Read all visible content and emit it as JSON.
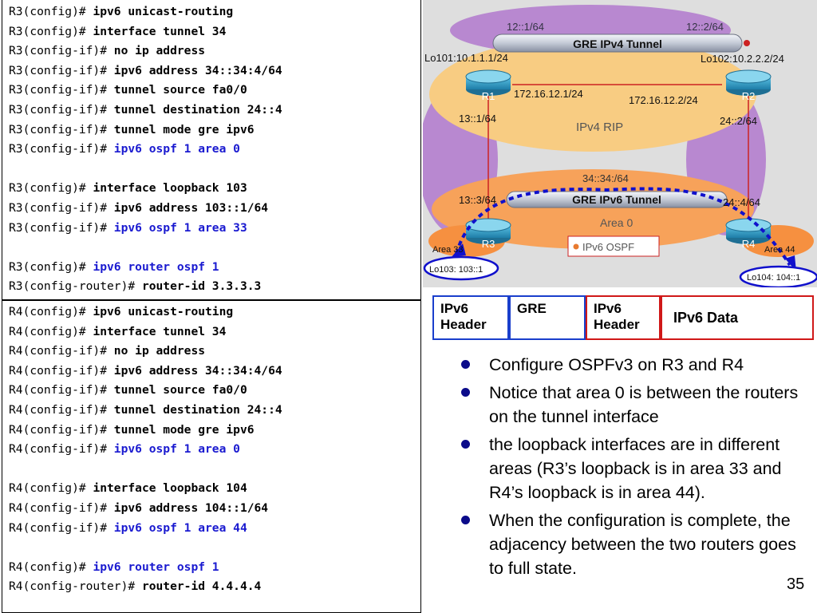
{
  "r3_config": [
    {
      "prompt": "R3(config)# ",
      "cmd": "ipv6 unicast-routing",
      "hl": false
    },
    {
      "prompt": "R3(config)# ",
      "cmd": "interface tunnel 34",
      "hl": false
    },
    {
      "prompt": "R3(config-if)# ",
      "cmd": "no ip address",
      "hl": false
    },
    {
      "prompt": "R3(config-if)# ",
      "cmd": "ipv6 address 34::34:4/64",
      "hl": false
    },
    {
      "prompt": "R3(config-if)# ",
      "cmd": "tunnel source fa0/0",
      "hl": false
    },
    {
      "prompt": "R3(config-if)# ",
      "cmd": "tunnel destination 24::4",
      "hl": false
    },
    {
      "prompt": "R3(config-if)# ",
      "cmd": "tunnel mode gre ipv6",
      "hl": false
    },
    {
      "prompt": "R3(config-if)# ",
      "cmd": "ipv6 ospf 1 area 0",
      "hl": true
    },
    null,
    {
      "prompt": "R3(config)# ",
      "cmd": "interface loopback 103",
      "hl": false
    },
    {
      "prompt": "R3(config-if)# ",
      "cmd": "ipv6 address 103::1/64",
      "hl": false
    },
    {
      "prompt": "R3(config-if)# ",
      "cmd": "ipv6 ospf 1 area 33",
      "hl": true
    },
    null,
    {
      "prompt": "R3(config)# ",
      "cmd": "ipv6 router ospf 1",
      "hl": true
    },
    {
      "prompt": "R3(config-router)# ",
      "cmd": "router-id 3.3.3.3",
      "hl": false
    }
  ],
  "r4_config": [
    {
      "prompt": "R4(config)# ",
      "cmd": "ipv6 unicast-routing",
      "hl": false
    },
    {
      "prompt": "R4(config)# ",
      "cmd": "interface tunnel 34",
      "hl": false
    },
    {
      "prompt": "R4(config-if)# ",
      "cmd": "no ip address",
      "hl": false
    },
    {
      "prompt": "R4(config-if)# ",
      "cmd": "ipv6 address 34::34:4/64",
      "hl": false
    },
    {
      "prompt": "R4(config-if)# ",
      "cmd": "tunnel source fa0/0",
      "hl": false
    },
    {
      "prompt": "R4(config-if)# ",
      "cmd": "tunnel destination 24::4",
      "hl": false
    },
    {
      "prompt": "R4(config-if)# ",
      "cmd": "tunnel mode gre ipv6",
      "hl": false
    },
    {
      "prompt": "R4(config-if)# ",
      "cmd": "ipv6 ospf 1 area 0",
      "hl": true
    },
    null,
    {
      "prompt": "R4(config)# ",
      "cmd": "interface loopback 104",
      "hl": false
    },
    {
      "prompt": "R4(config-if)# ",
      "cmd": "ipv6 address 104::1/64",
      "hl": false
    },
    {
      "prompt": "R4(config-if)# ",
      "cmd": "ipv6 ospf 1 area 44",
      "hl": true
    },
    null,
    {
      "prompt": "R4(config)# ",
      "cmd": "ipv6 router ospf 1",
      "hl": true
    },
    {
      "prompt": "R4(config-router)# ",
      "cmd": "router-id 4.4.4.4",
      "hl": false
    }
  ],
  "diagram": {
    "top_left_net": "12::1/64",
    "top_right_net": "12::2/64",
    "ipv4_tunnel": "GRE IPv4 Tunnel",
    "lo101": "Lo101:10.1.1.1/24",
    "lo102": "Lo102:10.2.2.2/24",
    "r1_link": "172.16.12.1/24",
    "r2_link": "172.16.12.2/24",
    "r1": "R1",
    "r2": "R2",
    "r1_down": "13::1/64",
    "r2_down": "24::2/64",
    "ipv4_rip": "IPv4 RIP",
    "tunnel_net": "34::34:/64",
    "r3_up": "13::3/64",
    "r4_up": "24::4/64",
    "ipv6_tunnel": "GRE IPv6 Tunnel",
    "r3": "R3",
    "r4": "R4",
    "area0": "Area 0",
    "ipv6_ospf": "IPv6 OSPF",
    "area33": "Area 33",
    "area44": "Area 44",
    "lo103": "Lo103: 103::1",
    "lo104": "Lo104: 104::1"
  },
  "packet": [
    {
      "label": "IPv6\nHeader",
      "color": "#1a3fcc"
    },
    {
      "label": "GRE",
      "color": "#1a3fcc"
    },
    {
      "label": "IPv6\nHeader",
      "color": "#d01818"
    },
    {
      "label": "IPv6 Data",
      "color": "#d01818"
    }
  ],
  "bullets": [
    "Configure OSPFv3 on R3 and R4",
    "Notice that area 0 is between the routers on the tunnel interface",
    "the loopback interfaces are in different areas (R3’s loopback is in area 33 and R4’s loopback is in area 44).",
    "When the configuration is complete, the adjacency between the two routers goes to full state."
  ],
  "page_number": "35"
}
